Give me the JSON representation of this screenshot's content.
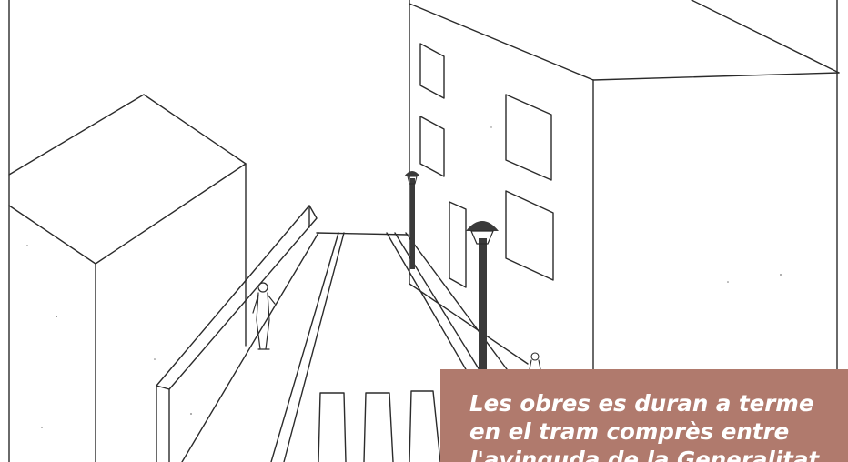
{
  "caption": {
    "line1": "Les obres es duran a terme",
    "line2": "en el tram comprès entre",
    "line3": "l'avinguda de la Generalitat",
    "background": "#b07a6d",
    "text_color": "#ffffff"
  },
  "colors": {
    "paper": "#ffffff",
    "ink": "#2b2b2b",
    "lamp_post": "#3a3a3a",
    "frame_line": "#333333"
  }
}
